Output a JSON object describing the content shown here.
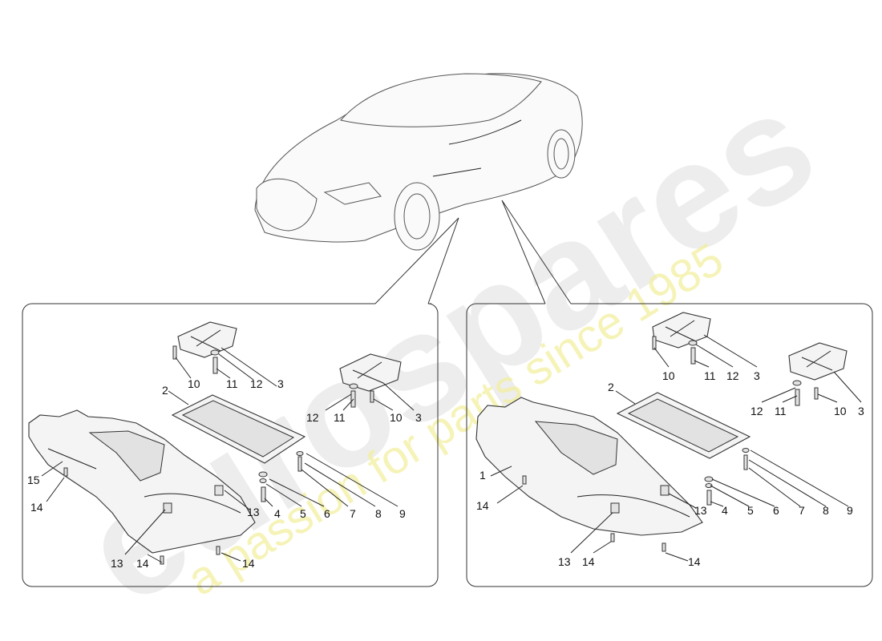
{
  "watermark": {
    "brand": "eurospares",
    "tagline": "a passion for parts since 1985"
  },
  "left_panel": {
    "labels": [
      "2",
      "3",
      "10",
      "11",
      "12",
      "3",
      "12",
      "11",
      "10",
      "3",
      "15",
      "14",
      "13",
      "4",
      "5",
      "6",
      "7",
      "8",
      "9",
      "13",
      "14",
      "14"
    ]
  },
  "right_panel": {
    "labels": [
      "2",
      "10",
      "11",
      "12",
      "3",
      "12",
      "11",
      "10",
      "3",
      "1",
      "14",
      "13",
      "4",
      "5",
      "6",
      "7",
      "8",
      "9",
      "13",
      "14",
      "14"
    ]
  }
}
